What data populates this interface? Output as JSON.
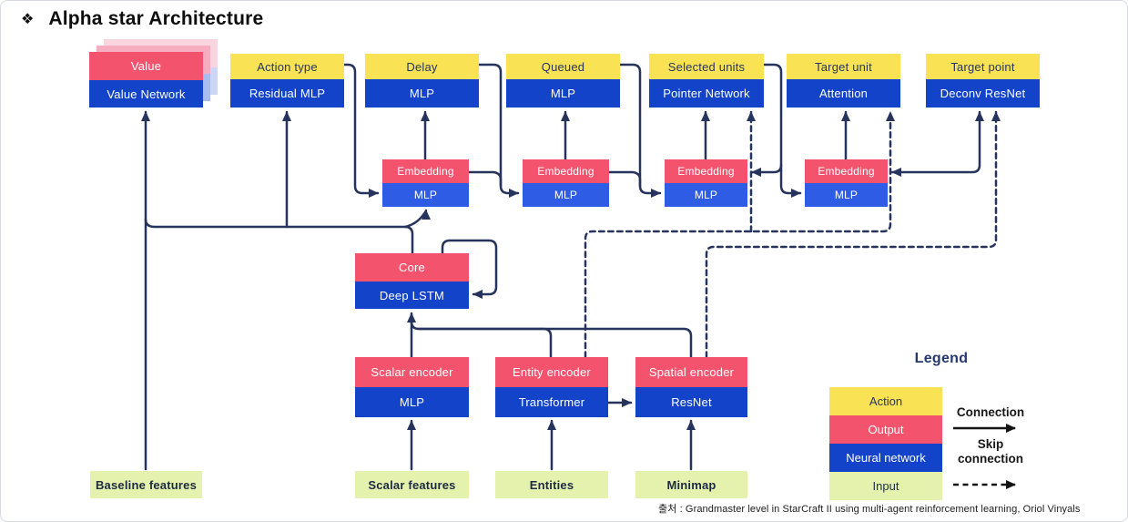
{
  "title": {
    "bullet": "❖",
    "text": "Alpha star Architecture"
  },
  "diagram": {
    "value": {
      "top": "Value",
      "bottom": "Value Network"
    },
    "action_type": {
      "top": "Action type",
      "bottom": "Residual MLP"
    },
    "delay": {
      "top": "Delay",
      "bottom": "MLP"
    },
    "queued": {
      "top": "Queued",
      "bottom": "MLP"
    },
    "selected_units": {
      "top": "Selected units",
      "bottom": "Pointer Network"
    },
    "target_unit": {
      "top": "Target unit",
      "bottom": "Attention"
    },
    "target_point": {
      "top": "Target point",
      "bottom": "Deconv ResNet"
    },
    "embedding_1": {
      "top": "Embedding",
      "bottom": "MLP"
    },
    "embedding_2": {
      "top": "Embedding",
      "bottom": "MLP"
    },
    "embedding_3": {
      "top": "Embedding",
      "bottom": "MLP"
    },
    "embedding_4": {
      "top": "Embedding",
      "bottom": "MLP"
    },
    "core": {
      "top": "Core",
      "bottom": "Deep LSTM"
    },
    "scalar_encoder": {
      "top": "Scalar encoder",
      "bottom": "MLP"
    },
    "entity_encoder": {
      "top": "Entity encoder",
      "bottom": "Transformer"
    },
    "spatial_encoder": {
      "top": "Spatial encoder",
      "bottom": "ResNet"
    },
    "inputs": {
      "baseline": "Baseline features",
      "scalar": "Scalar features",
      "entities": "Entities",
      "minimap": "Minimap"
    }
  },
  "legend": {
    "title": "Legend",
    "items": [
      {
        "label": "Action",
        "color": "#f9e254"
      },
      {
        "label": "Output",
        "color": "#f4536d"
      },
      {
        "label": "Neural network",
        "color": "#1243c8"
      },
      {
        "label": "Input",
        "color": "#e4f2ad"
      }
    ],
    "connection_label": "Connection",
    "skip_connection_label": "Skip connection"
  },
  "caption": "출처 : Grandmaster level in StarCraft II using multi-agent reinforcement learning, Oriol Vinyals",
  "colors": {
    "action_yellow": "#f9e254",
    "output_pink": "#f4536d",
    "network_blue": "#1243c8",
    "embedding_blue": "#2f5ce4",
    "input_green": "#e4f2ad",
    "connector_navy": "#26335c"
  }
}
